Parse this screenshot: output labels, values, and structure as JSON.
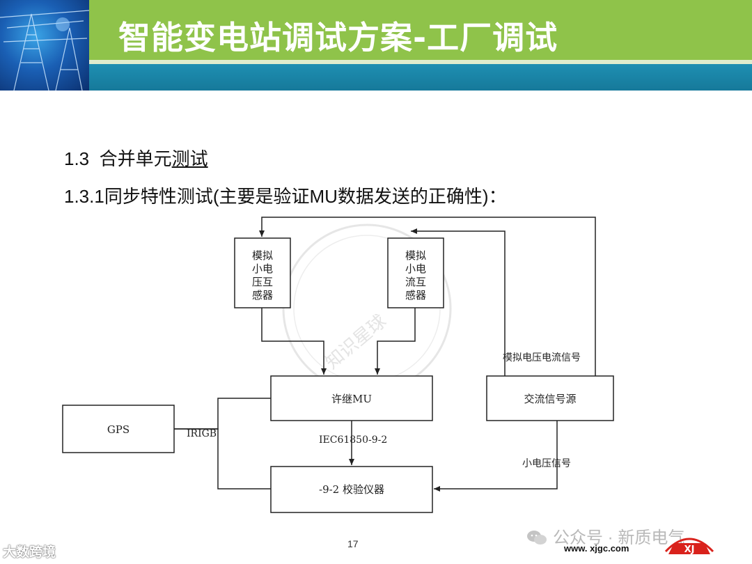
{
  "slide": {
    "title": "智能变电站调试方案-工厂调试",
    "heading": {
      "number": "1.3",
      "text_plain": "合并单元",
      "text_underlined": "测试"
    },
    "subheading": "1.3.1同步特性测试(主要是验证MU数据发送的正确性)：",
    "page_number": "17"
  },
  "diagram": {
    "boxes": {
      "voltage_transformer": [
        "模拟",
        "小电",
        "压互",
        "感器"
      ],
      "current_transformer": [
        "模拟",
        "小电",
        "流互",
        "感器"
      ],
      "mu": "许继MU",
      "ac_source": "交流信号源",
      "gps": "GPS",
      "tester": "-9-2 校验仪器"
    },
    "edge_labels": {
      "analog_signal": "模拟电压电流信号",
      "irigb": "IRIGB",
      "iec": "IEC61850-9-2",
      "small_voltage": "小电压信号"
    }
  },
  "overlays": {
    "diagonal_watermark": "知识星球",
    "left_watermark": "大数跨境",
    "wechat_text": "公众号 · 新质电气",
    "site_text": "www. xjgc.com",
    "logo_text": "XJ"
  },
  "colors": {
    "header_green": "#8fc34a",
    "header_teal": "#1e8fb2",
    "logo_red": "#d9221c"
  }
}
